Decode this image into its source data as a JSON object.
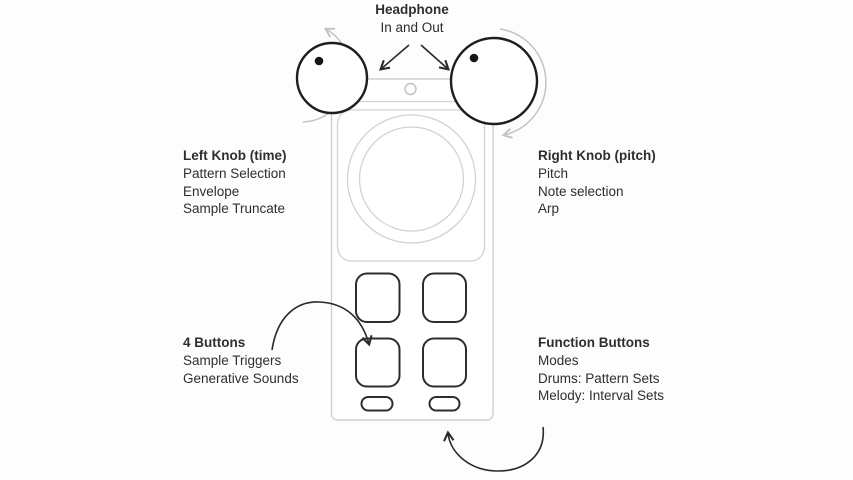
{
  "labels": {
    "headphone": {
      "title": "Headphone",
      "subtitle": "In and Out"
    },
    "left_knob": {
      "title": "Left Knob (time)",
      "items": [
        "Pattern Selection",
        "Envelope",
        "Sample Truncate"
      ]
    },
    "right_knob": {
      "title": "Right Knob (pitch)",
      "items": [
        "Pitch",
        "Note selection",
        "Arp"
      ]
    },
    "four_buttons": {
      "title": "4 Buttons",
      "items": [
        "Sample Triggers",
        "Generative Sounds"
      ]
    },
    "function_buttons": {
      "title": "Function Buttons",
      "items": [
        "Modes",
        "Drums: Pattern Sets",
        "Melody: Interval Sets"
      ]
    }
  },
  "device": {
    "sample_pad_count": 4,
    "function_button_count": 2,
    "knob_count": 2
  },
  "colors": {
    "background": "#fdfdfd",
    "device_outline_light": "#cfcfcf",
    "knob_outline_dark": "#1e1e1e",
    "button_outline_dark": "#2d2d2d",
    "arrow_dark": "#2a2a2a",
    "arrow_gray": "#c4c4c4",
    "text": "#2e2e2e"
  }
}
